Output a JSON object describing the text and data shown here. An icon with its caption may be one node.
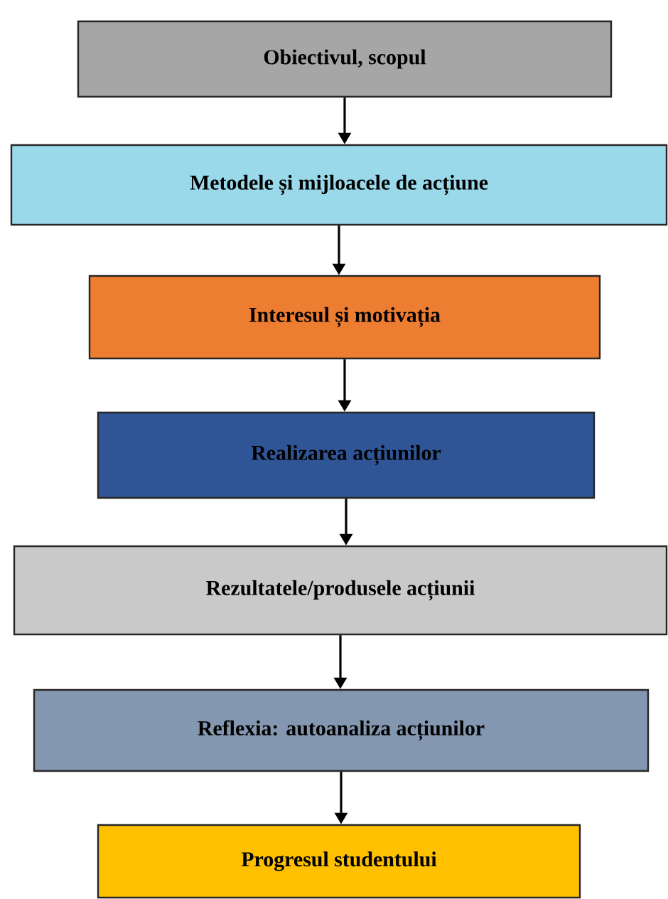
{
  "diagram": {
    "nodes": [
      {
        "text": [
          "Obiectivul, scopul"
        ]
      },
      {
        "text": [
          "Metodele și mijloacele de acțiune"
        ]
      },
      {
        "text": [
          "Interesul și motivația"
        ]
      },
      {
        "text": [
          "Realizarea acțiunilor"
        ]
      },
      {
        "text": [
          "Rezultatele/produsele acțiunii"
        ]
      },
      {
        "text": [
          "Reflexia: autoanaliza acțiunilor"
        ]
      },
      {
        "text": [
          "Progresul studentului"
        ]
      }
    ],
    "edges": [
      {
        "from": 0,
        "to": 1,
        "arrow": "to"
      },
      {
        "from": 1,
        "to": 2,
        "arrow": "to"
      },
      {
        "from": 2,
        "to": 3,
        "arrow": "to"
      },
      {
        "from": 3,
        "to": 4,
        "arrow": "to"
      },
      {
        "from": 4,
        "to": 5,
        "arrow": "to"
      },
      {
        "from": 5,
        "to": 6,
        "arrow": "to"
      }
    ]
  }
}
